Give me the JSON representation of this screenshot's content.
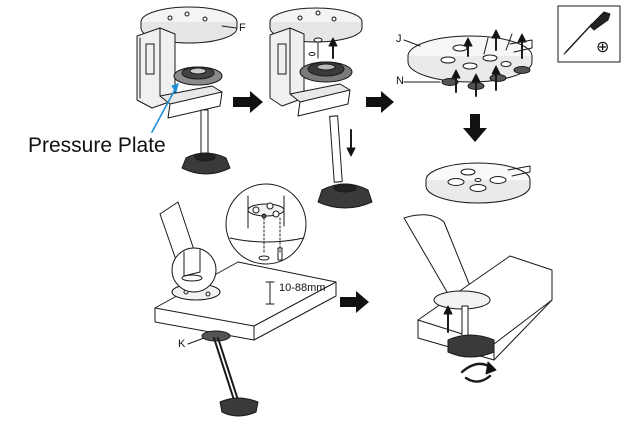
{
  "labels": {
    "pressure_plate": "Pressure Plate",
    "part_f": "F",
    "part_j": "J",
    "part_n": "N",
    "part_k": "K",
    "thickness_range": "10-88mm"
  },
  "tool_icon": {
    "name": "screwdriver-icon",
    "symbol": "⊕"
  },
  "arrow_icon": "right-arrow-icon",
  "colors": {
    "line": "#1a1a1a",
    "accent": "#1e90d8",
    "fill_dark": "#3c3c3c",
    "fill_light": "#f2f2f2"
  }
}
